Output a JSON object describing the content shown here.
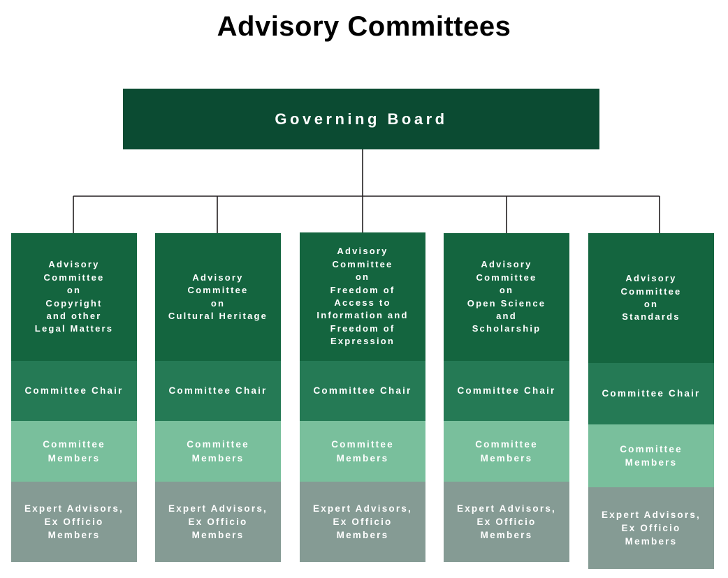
{
  "title": "Advisory Committees",
  "colors": {
    "root_green": "#0b4b32",
    "title_green": "#14653f",
    "chair_green": "#257a55",
    "members_green": "#79bf9c",
    "experts_gray": "#859b94",
    "connector_line": "#231f20",
    "text_light": "#ffffff",
    "text_dark": "#000000",
    "background": "#ffffff"
  },
  "root": {
    "label": "Governing Board"
  },
  "committees": [
    {
      "title": "Advisory\nCommittee\non\nCopyright\nand other\nLegal Matters",
      "chair": "Committee Chair",
      "members": "Committee\nMembers",
      "experts": "Expert Advisors,\nEx Officio\nMembers"
    },
    {
      "title": "Advisory\nCommittee\non\nCultural Heritage",
      "chair": "Committee Chair",
      "members": "Committee\nMembers",
      "experts": "Expert Advisors,\nEx Officio\nMembers"
    },
    {
      "title": "Advisory\nCommittee\non\nFreedom of\nAccess to\nInformation and\nFreedom of\nExpression",
      "chair": "Committee Chair",
      "members": "Committee\nMembers",
      "experts": "Expert Advisors,\nEx Officio\nMembers"
    },
    {
      "title": "Advisory\nCommittee\non\nOpen Science\nand\nScholarship",
      "chair": "Committee Chair",
      "members": "Committee\nMembers",
      "experts": "Expert Advisors,\nEx Officio\nMembers"
    },
    {
      "title": "Advisory\nCommittee\non\nStandards",
      "chair": "Committee Chair",
      "members": "Committee\nMembers",
      "experts": "Expert Advisors,\nEx Officio\nMembers"
    }
  ]
}
